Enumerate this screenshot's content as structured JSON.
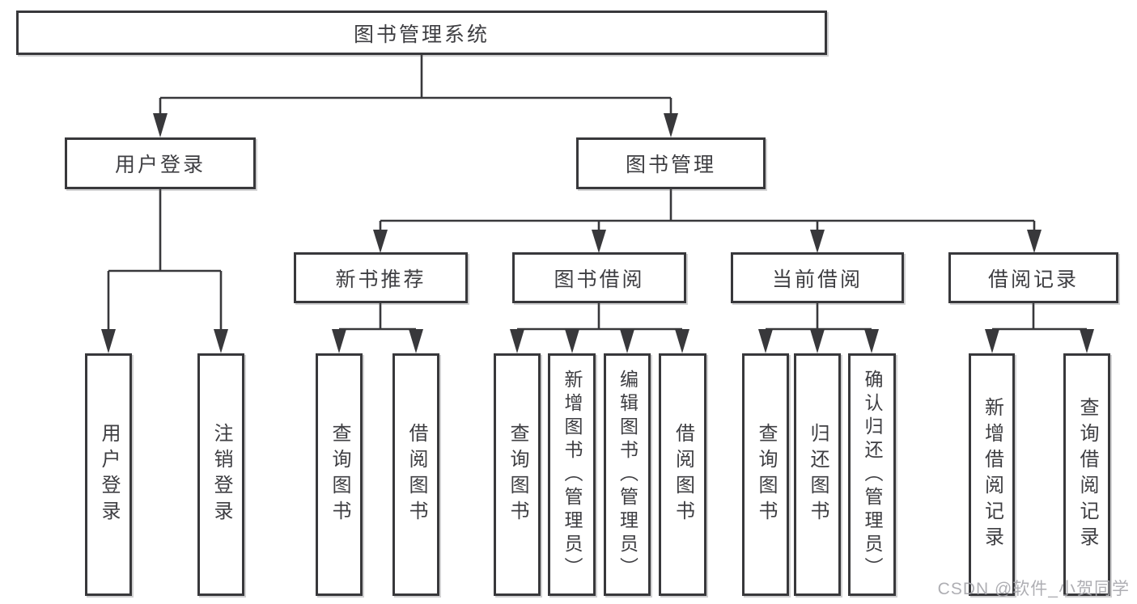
{
  "tree": {
    "label": "图书管理系统",
    "children": [
      {
        "label": "用户登录",
        "children": [
          {
            "label": "用户登录"
          },
          {
            "label": "注销登录"
          }
        ]
      },
      {
        "label": "图书管理",
        "children": [
          {
            "label": "新书推荐",
            "children": [
              {
                "label": "查询图书"
              },
              {
                "label": "借阅图书"
              }
            ]
          },
          {
            "label": "图书借阅",
            "children": [
              {
                "label": "查询图书"
              },
              {
                "label": "新增图书（管理员）"
              },
              {
                "label": "编辑图书（管理员）"
              },
              {
                "label": "借阅图书"
              }
            ]
          },
          {
            "label": "当前借阅",
            "children": [
              {
                "label": "查询图书"
              },
              {
                "label": "归还图书"
              },
              {
                "label": "确认归还（管理员）"
              }
            ]
          },
          {
            "label": "借阅记录",
            "children": [
              {
                "label": "新增借阅记录"
              },
              {
                "label": "查询借阅记录"
              }
            ]
          }
        ]
      }
    ]
  },
  "watermark": {
    "text": "CSDN @软件_小贺同学"
  },
  "colors": {
    "line": "#38383b",
    "box_border": "#38383b",
    "text": "#3e3e42",
    "watermark": "#a8a8ad",
    "background": "#ffffff"
  }
}
